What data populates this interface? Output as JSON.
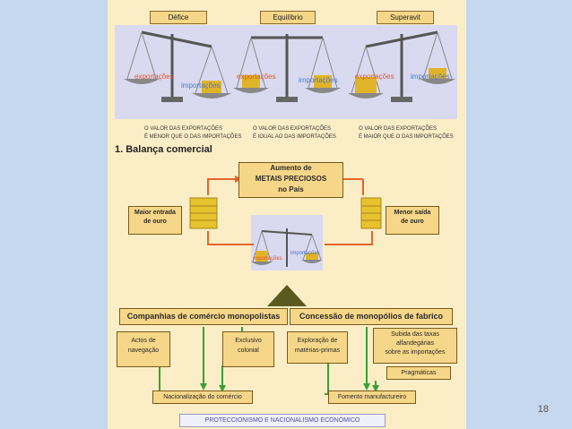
{
  "headers": [
    "Défice",
    "Equilíbrio",
    "Superavit"
  ],
  "balance_labels": {
    "exports": "exportações",
    "imports": "importações"
  },
  "captions": [
    [
      "O valor das exportações",
      "é menor que o das importações"
    ],
    [
      "O valor das exportações",
      "é igual ao das importações"
    ],
    [
      "O valor das exportações",
      "é maior que o das importações"
    ]
  ],
  "section_title": "1. Balança comercial",
  "center_box": [
    "Aumento de",
    "METAIS PRECIOSOS",
    "no País"
  ],
  "left_box": [
    "Maior entrada",
    "de ouro"
  ],
  "right_box": [
    "Menor saída",
    "de ouro"
  ],
  "bottom": {
    "left_main": "Companhias de comércio monopolistas",
    "right_main": "Concessão de monopólios de fabrico",
    "actos": [
      "Actos de",
      "navegação"
    ],
    "exclusivo": [
      "Exclusivo",
      "colonial"
    ],
    "exploracao": [
      "Exploração de",
      "matérias-primas"
    ],
    "subida": [
      "Subida das taxas",
      "alfandegárias",
      "sobre as importações"
    ],
    "pragmaticas": "Pragmáticas",
    "nacionalizacao": "Nacionalização do comércio",
    "fomento": "Fomento manufactureiro",
    "footer": "PROTECCIONISMO E NACIONALISMO ECONÓMICO"
  },
  "page_number": "18",
  "colors": {
    "slide_bg": "#c5d8ee",
    "page_bg": "#fbeec7",
    "box": "#f6d688",
    "arrow_green": "#3aa035",
    "arrow_orange": "#e5652a"
  }
}
